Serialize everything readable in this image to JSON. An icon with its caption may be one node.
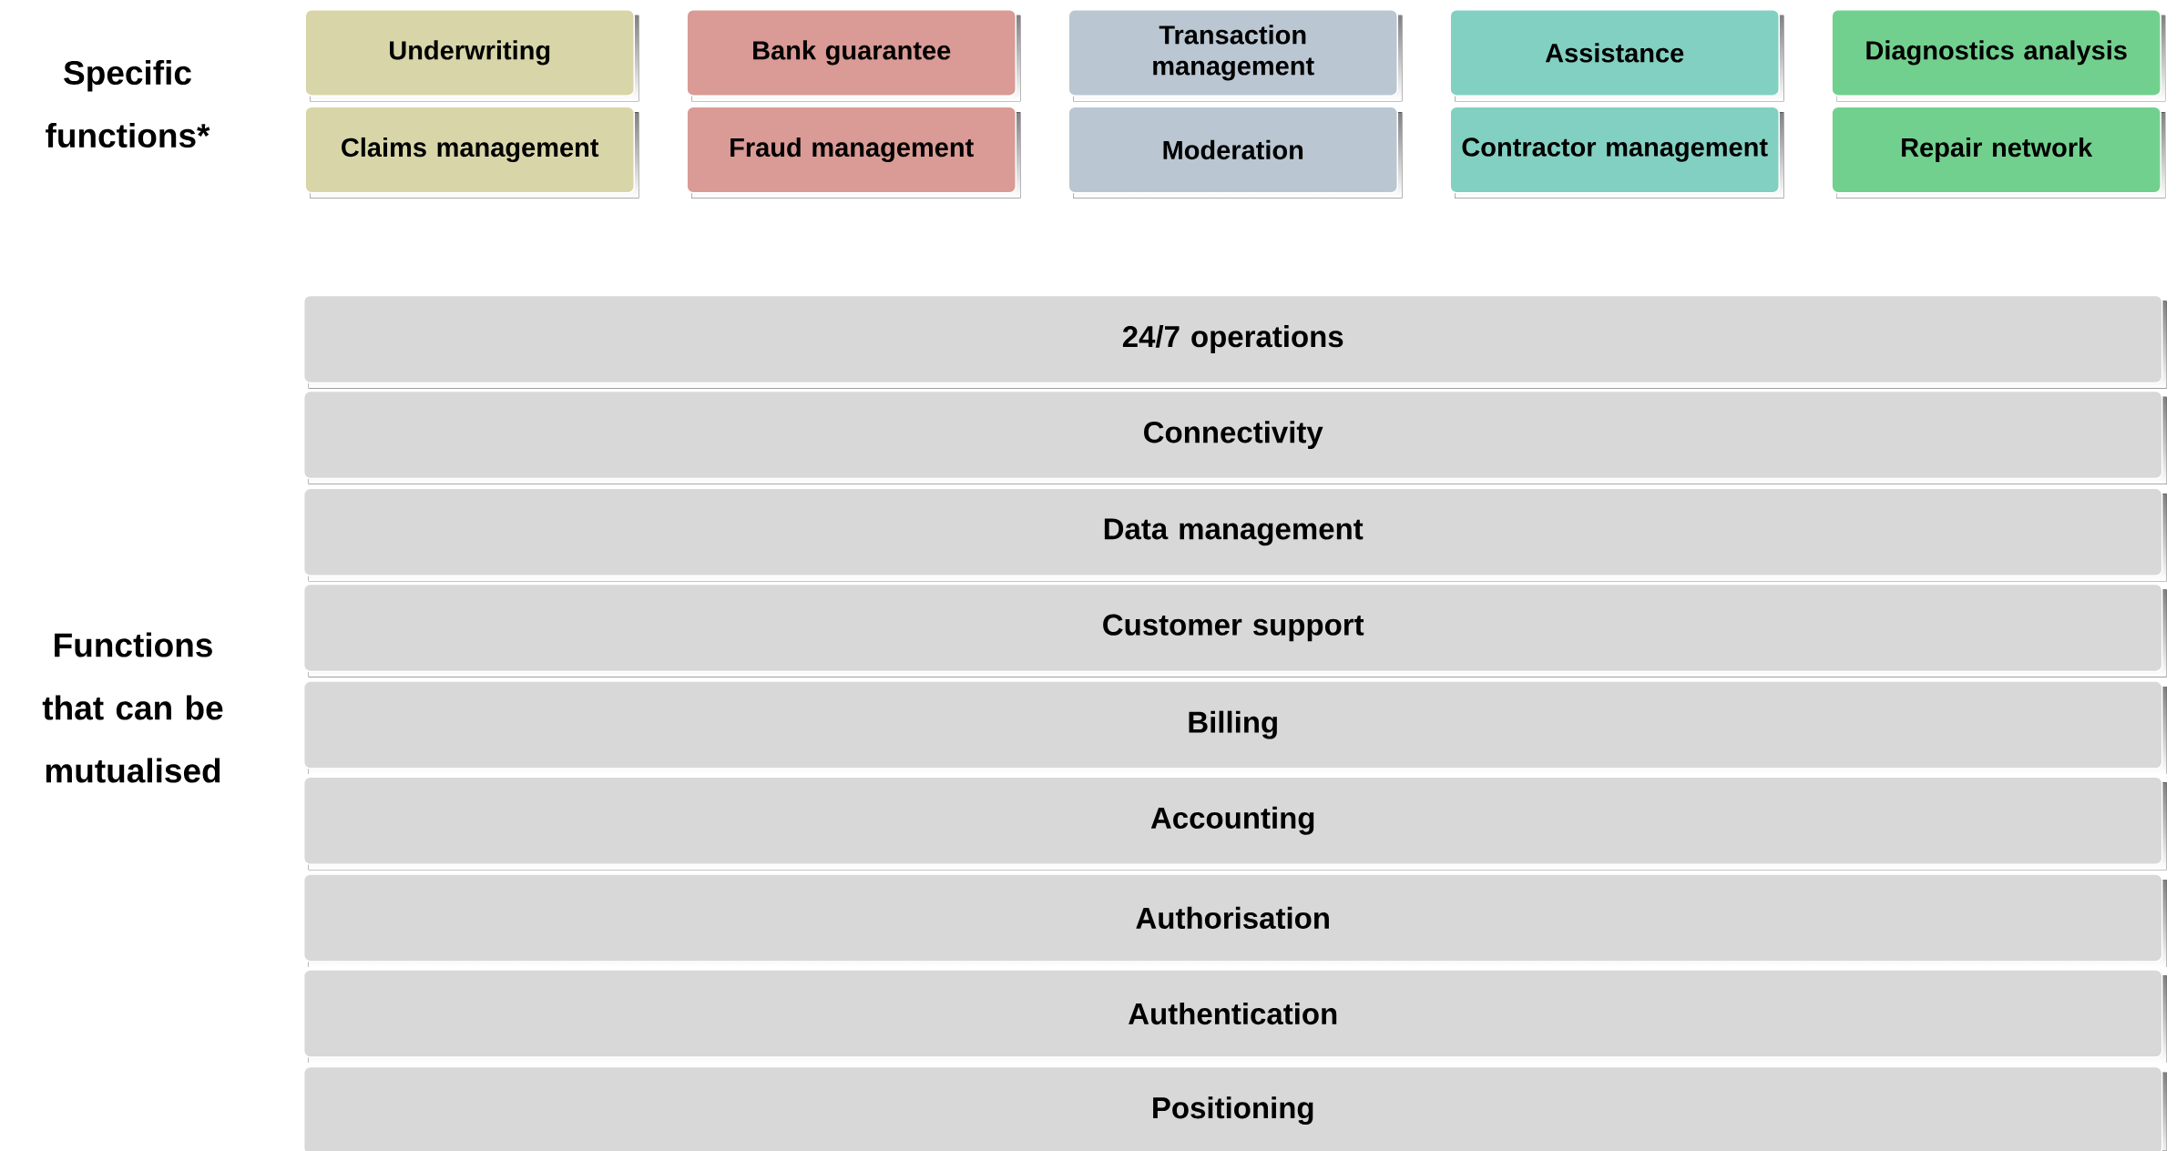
{
  "diagram": {
    "nodes": [
      {
        "text": [
          "Underwriting"
        ]
      },
      {
        "text": [
          "Bank guarantee"
        ]
      },
      {
        "text": [
          "Transaction management"
        ]
      },
      {
        "text": [
          "Assistance"
        ]
      },
      {
        "text": [
          "Diagnostics analysis"
        ]
      },
      {
        "text": [
          "Claims management"
        ]
      },
      {
        "text": [
          "Fraud management"
        ]
      },
      {
        "text": [
          "Moderation"
        ]
      },
      {
        "text": [
          "Contractor management"
        ]
      },
      {
        "text": [
          "Repair network"
        ]
      },
      {
        "text": [
          "24/7 operations"
        ]
      },
      {
        "text": [
          "Connectivity"
        ]
      },
      {
        "text": [
          "Data management"
        ]
      },
      {
        "text": [
          "Customer support"
        ]
      },
      {
        "text": [
          "Billing"
        ]
      },
      {
        "text": [
          "Accounting"
        ]
      },
      {
        "text": [
          "Authorisation"
        ]
      },
      {
        "text": [
          "Authentication"
        ]
      },
      {
        "text": [
          "Positioning"
        ]
      }
    ],
    "labels": [
      "Specific functions*",
      "Functions that can be mutualised"
    ]
  }
}
